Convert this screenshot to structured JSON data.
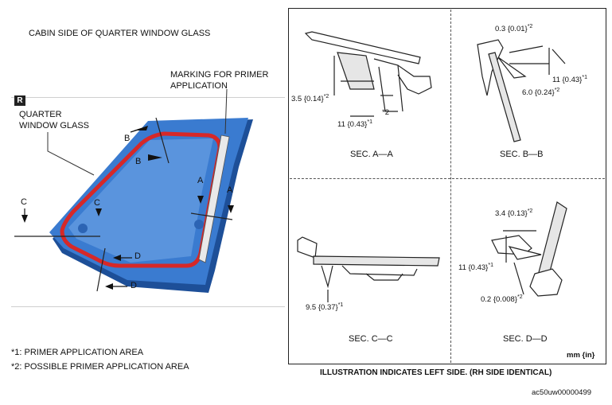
{
  "left_panel": {
    "title": "CABIN SIDE OF QUARTER WINDOW GLASS",
    "marking_label_line1": "MARKING FOR PRIMER",
    "marking_label_line2": "APPLICATION",
    "badge": "R",
    "glass_label_line1": "QUARTER",
    "glass_label_line2": "WINDOW GLASS",
    "callouts": {
      "a1": "A",
      "a2": "A",
      "b1": "B",
      "b2": "B",
      "c1": "C",
      "c2": "C",
      "d1": "D",
      "d2": "D"
    }
  },
  "notes": {
    "note1": "*1:  PRIMER APPLICATION AREA",
    "note2": "*2:  POSSIBLE PRIMER APPLICATION AREA"
  },
  "sections": {
    "aa": {
      "title": "SEC. A—A",
      "dim1": "3.5 {0.14}",
      "dim1_sup": "*2",
      "dim2": "*2",
      "dim3": "11 {0.43}",
      "dim3_sup": "*1"
    },
    "bb": {
      "title": "SEC. B—B",
      "dim1": "0.3 {0.01}",
      "dim1_sup": "*2",
      "dim2": "11 {0.43}",
      "dim2_sup": "*1",
      "dim3": "6.0 {0.24}",
      "dim3_sup": "*2"
    },
    "cc": {
      "title": "SEC. C—C",
      "dim1": "9.5 {0.37}",
      "dim1_sup": "*1"
    },
    "dd": {
      "title": "SEC. D—D",
      "dim1": "3.4 {0.13}",
      "dim1_sup": "*2",
      "dim2": "11 {0.43}",
      "dim2_sup": "*1",
      "dim3": "0.2 {0.008}",
      "dim3_sup": "*2"
    }
  },
  "units": "mm {in}",
  "footer": "ILLUSTRATION INDICATES LEFT SIDE. (RH SIDE IDENTICAL)",
  "figure_id": "ac50uw00000499",
  "colors": {
    "glass_blue": "#2f6fc4",
    "glass_blue_light": "#5b95dc",
    "primer_red": "#d62828"
  }
}
